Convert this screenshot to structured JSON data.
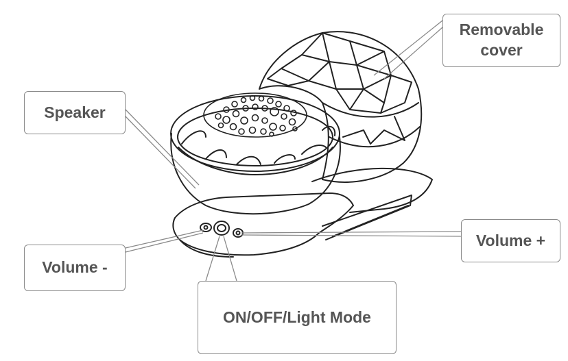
{
  "labels": {
    "removable_cover": "Removable\ncover",
    "speaker": "Speaker",
    "volume_minus": "Volume -",
    "volume_plus": "Volume +",
    "on_off": "ON/OFF/Light Mode"
  },
  "colors": {
    "line": "#222222",
    "leader": "#8a8a8a",
    "text": "#555555"
  }
}
